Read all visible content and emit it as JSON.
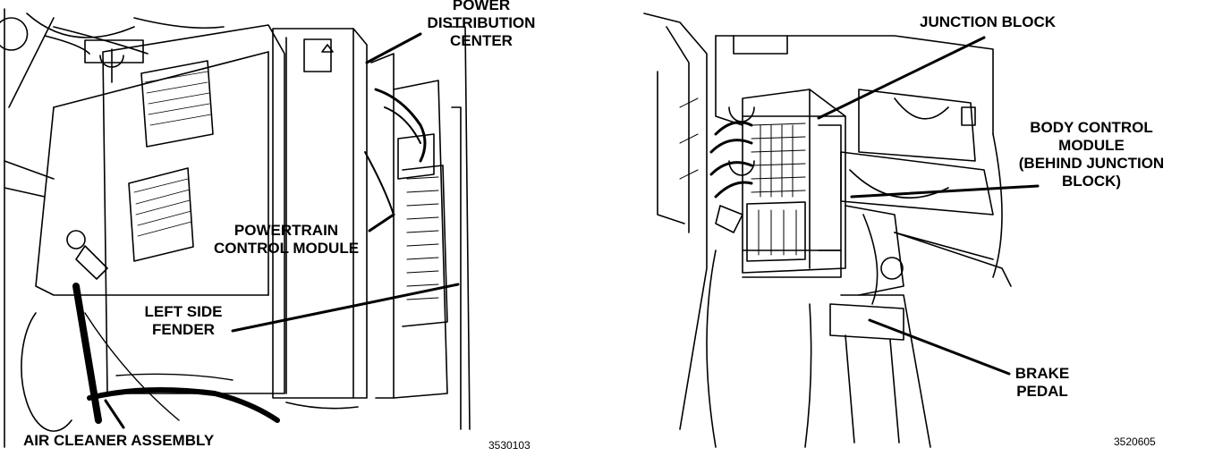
{
  "left_figure": {
    "labels": {
      "power_distribution_center": [
        "POWER",
        "DISTRIBUTION",
        "CENTER"
      ],
      "powertrain_control_module": [
        "POWERTRAIN",
        "CONTROL MODULE"
      ],
      "left_side_fender": [
        "LEFT SIDE",
        "FENDER"
      ],
      "air_cleaner_assembly": [
        "AIR CLEANER ASSEMBLY"
      ]
    },
    "figure_number": "3530103"
  },
  "right_figure": {
    "labels": {
      "junction_block": [
        "JUNCTION BLOCK"
      ],
      "body_control_module": [
        "BODY CONTROL",
        "MODULE",
        "(BEHIND JUNCTION",
        "BLOCK)"
      ],
      "brake_pedal": [
        "BRAKE",
        "PEDAL"
      ]
    },
    "figure_number": "3520605"
  },
  "colors": {
    "ink": "#000000",
    "paper": "#ffffff"
  }
}
